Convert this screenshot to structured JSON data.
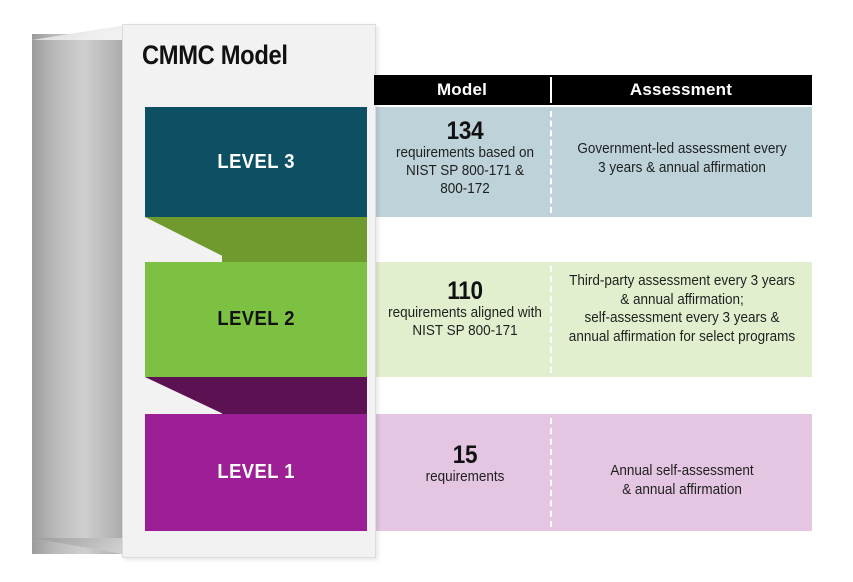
{
  "diagram": {
    "title": "CMMC Model",
    "columns": [
      {
        "id": "model",
        "label": "Model"
      },
      {
        "id": "assessment",
        "label": "Assessment"
      }
    ],
    "colors": {
      "level3": "#0d4f63",
      "level3_tint": "#bed2da",
      "level2": "#7dc142",
      "level2_top": "#6f9b2e",
      "level2_tint": "#e2efcf",
      "level1": "#9c1f96",
      "level1_top": "#5c1152",
      "level1_tint": "#e4c6e2",
      "header_bar": "#000000",
      "card": "#f2f2f2"
    },
    "levels": [
      {
        "id": "level-3",
        "label": "LEVEL 3",
        "model": {
          "count": "134",
          "lines": [
            "requirements based on",
            "NIST SP 800-171 &",
            "800-172"
          ]
        },
        "assessment": {
          "lines": [
            "Government-led assessment every",
            "3 years & annual affirmation"
          ]
        }
      },
      {
        "id": "level-2",
        "label": "LEVEL 2",
        "model": {
          "count": "110",
          "lines": [
            "requirements aligned with",
            "NIST SP 800-171"
          ]
        },
        "assessment": {
          "lines": [
            "Third-party assessment every 3 years",
            "& annual affirmation;",
            "self-assessment every 3 years &",
            "annual affirmation for select programs"
          ]
        }
      },
      {
        "id": "level-1",
        "label": "LEVEL 1",
        "model": {
          "count": "15",
          "lines": [
            "requirements"
          ]
        },
        "assessment": {
          "lines": [
            "Annual self-assessment",
            "& annual affirmation"
          ]
        }
      }
    ]
  }
}
